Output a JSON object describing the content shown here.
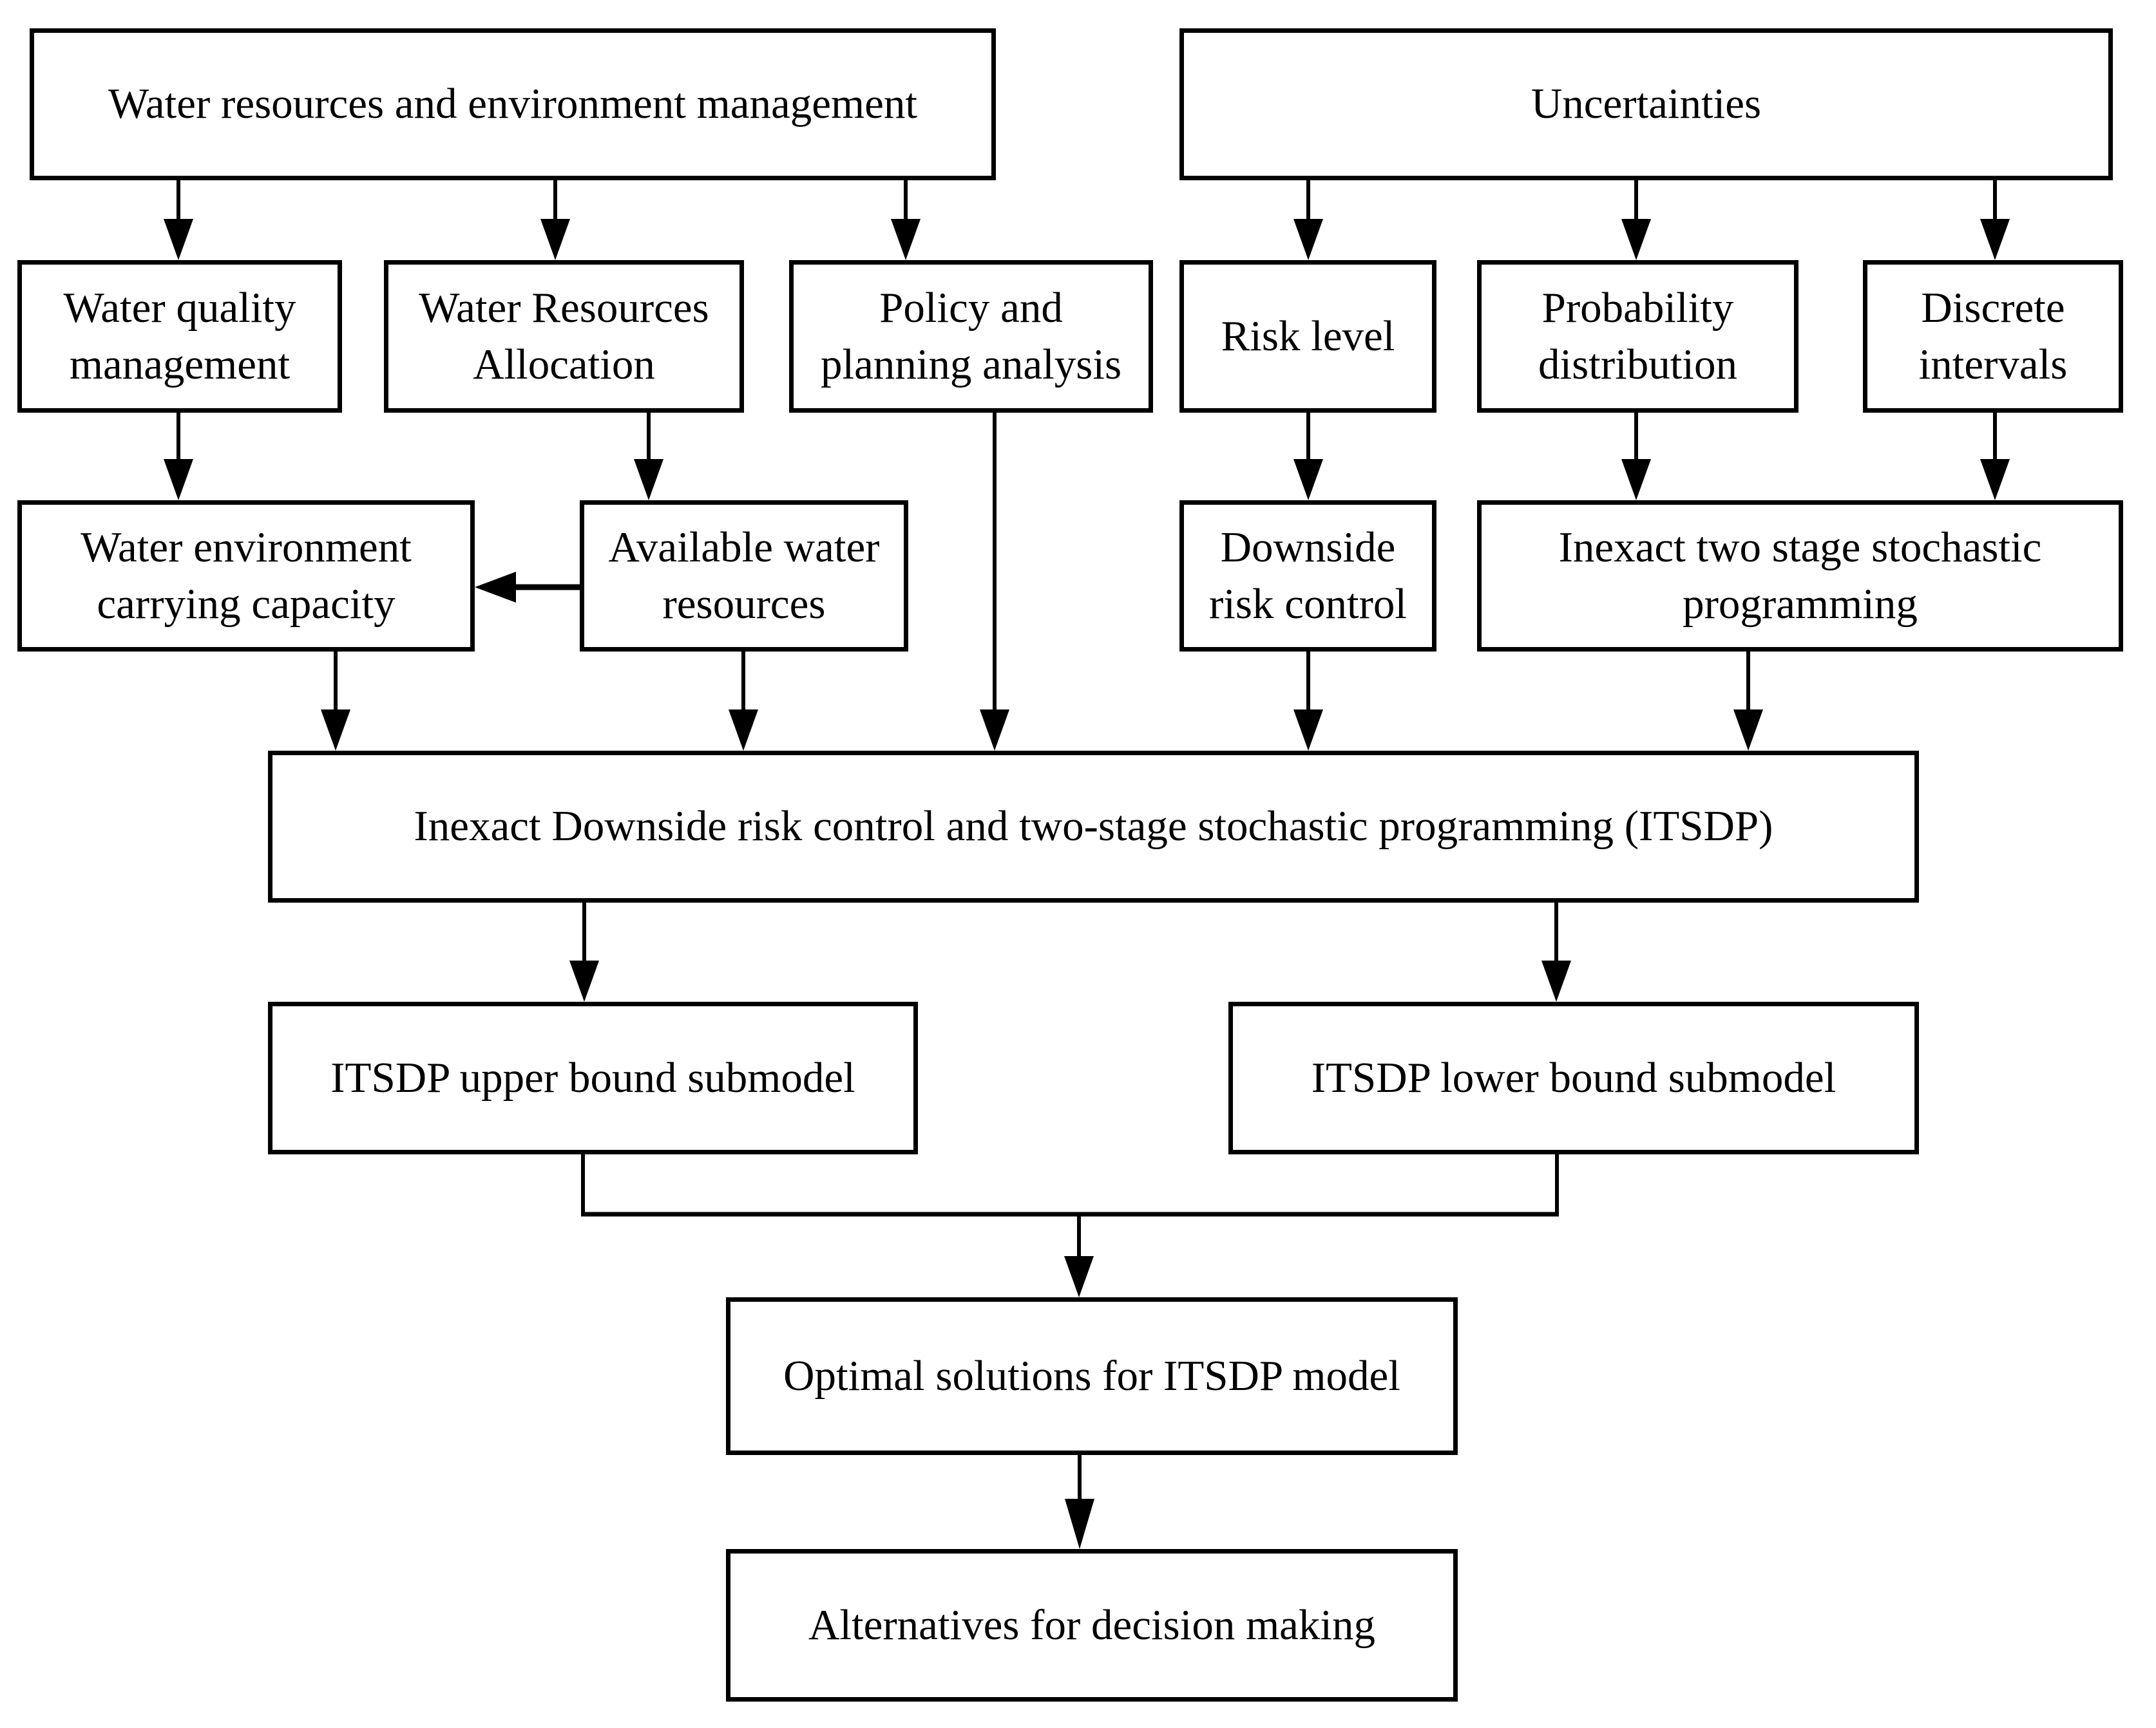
{
  "diagram_type": "flowchart",
  "colors": {
    "background": "#ffffff",
    "box_border": "#000000",
    "box_fill": "#ffffff",
    "text": "#000000",
    "line": "#000000"
  },
  "boxes": {
    "water_resources_env_mgmt": "Water resources and environment management",
    "uncertainties": "Uncertainties",
    "water_quality_mgmt": "Water quality\nmanagement",
    "water_resources_allocation": "Water Resources\nAllocation",
    "policy_planning_analysis": "Policy and\nplanning analysis",
    "risk_level": "Risk level",
    "probability_distribution": "Probability\ndistribution",
    "discrete_intervals": "Discrete\nintervals",
    "water_env_carrying_capacity": "Water environment\ncarrying capacity",
    "available_water_resources": "Available water\nresources",
    "downside_risk_control": "Downside\nrisk control",
    "inexact_two_stage": "Inexact two stage stochastic\nprogramming",
    "itsdp": "Inexact Downside risk control and two-stage stochastic programming (ITSDP)",
    "itsdp_upper": "ITSDP upper bound submodel",
    "itsdp_lower": "ITSDP lower bound submodel",
    "optimal_solutions": "Optimal solutions for ITSDP model",
    "alternatives": "Alternatives for decision making"
  },
  "edges": [
    {
      "from": "water_resources_env_mgmt",
      "to": "water_quality_mgmt"
    },
    {
      "from": "water_resources_env_mgmt",
      "to": "water_resources_allocation"
    },
    {
      "from": "water_resources_env_mgmt",
      "to": "policy_planning_analysis"
    },
    {
      "from": "uncertainties",
      "to": "risk_level"
    },
    {
      "from": "uncertainties",
      "to": "probability_distribution"
    },
    {
      "from": "uncertainties",
      "to": "discrete_intervals"
    },
    {
      "from": "water_quality_mgmt",
      "to": "water_env_carrying_capacity"
    },
    {
      "from": "water_resources_allocation",
      "to": "available_water_resources"
    },
    {
      "from": "available_water_resources",
      "to": "water_env_carrying_capacity"
    },
    {
      "from": "risk_level",
      "to": "downside_risk_control"
    },
    {
      "from": "probability_distribution",
      "to": "inexact_two_stage"
    },
    {
      "from": "discrete_intervals",
      "to": "inexact_two_stage"
    },
    {
      "from": "policy_planning_analysis",
      "to": "itsdp"
    },
    {
      "from": "water_env_carrying_capacity",
      "to": "itsdp"
    },
    {
      "from": "available_water_resources",
      "to": "itsdp"
    },
    {
      "from": "downside_risk_control",
      "to": "itsdp"
    },
    {
      "from": "inexact_two_stage",
      "to": "itsdp"
    },
    {
      "from": "itsdp",
      "to": "itsdp_upper"
    },
    {
      "from": "itsdp",
      "to": "itsdp_lower"
    },
    {
      "from": "itsdp_upper",
      "to": "optimal_solutions"
    },
    {
      "from": "itsdp_lower",
      "to": "optimal_solutions"
    },
    {
      "from": "optimal_solutions",
      "to": "alternatives"
    }
  ]
}
